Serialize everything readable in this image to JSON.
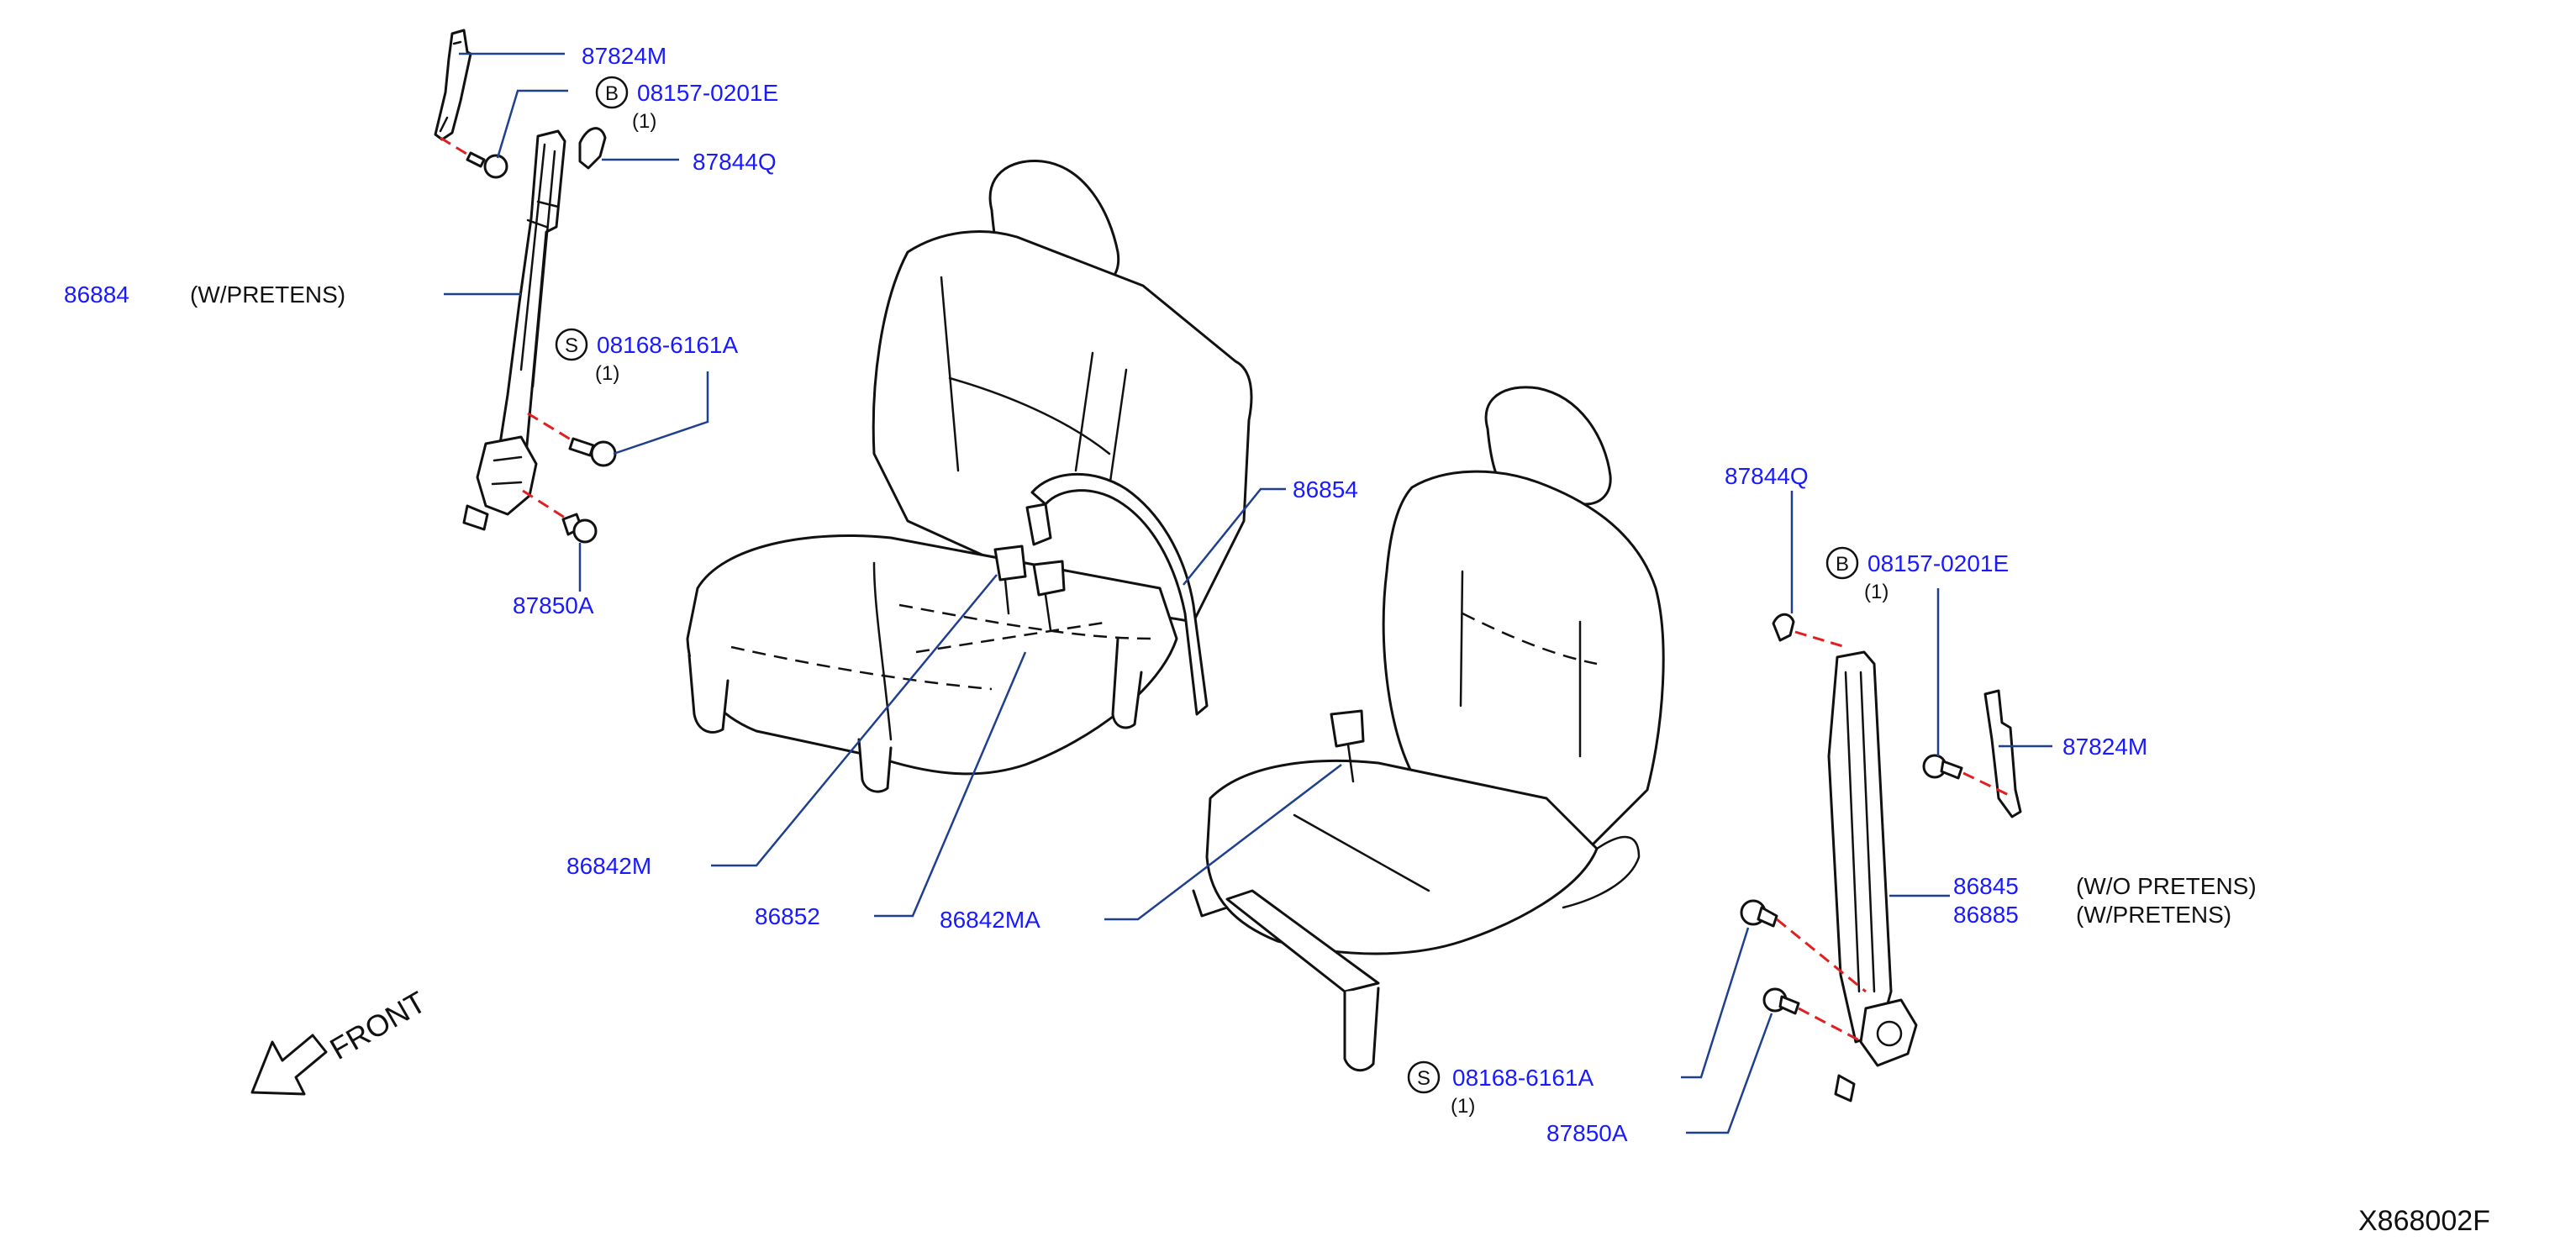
{
  "labels": {
    "p87824m_top": "87824M",
    "p08157_top": "08157-0201E",
    "qty_08157_top": "(1)",
    "p87844q_top": "87844Q",
    "p86884": "86884",
    "note_86884": "(W/PRETENS)",
    "p08168_top": "08168-6161A",
    "qty_08168_top": "(1)",
    "p87850a_top": "87850A",
    "p86854": "86854",
    "p86842m": "86842M",
    "p86852": "86852",
    "p86842ma": "86842MA",
    "p87844q_right": "87844Q",
    "p08157_right": "08157-0201E",
    "qty_08157_right": "(1)",
    "p87824m_right": "87824M",
    "p86845": "86845",
    "note_86845": "(W/O   PRETENS)",
    "p86885": "86885",
    "note_86885": "(W/PRETENS)",
    "p08168_bottom": "08168-6161A",
    "qty_08168_bottom": "(1)",
    "p87850a_bottom": "87850A"
  },
  "symbols": {
    "bolt": "B",
    "screw": "S"
  },
  "front_label": "FRONT",
  "ref_code": "X868002F",
  "icons": [
    "front-arrow-icon",
    "seat-icon",
    "seatbelt-icon",
    "bolt-icon",
    "buckle-icon"
  ]
}
